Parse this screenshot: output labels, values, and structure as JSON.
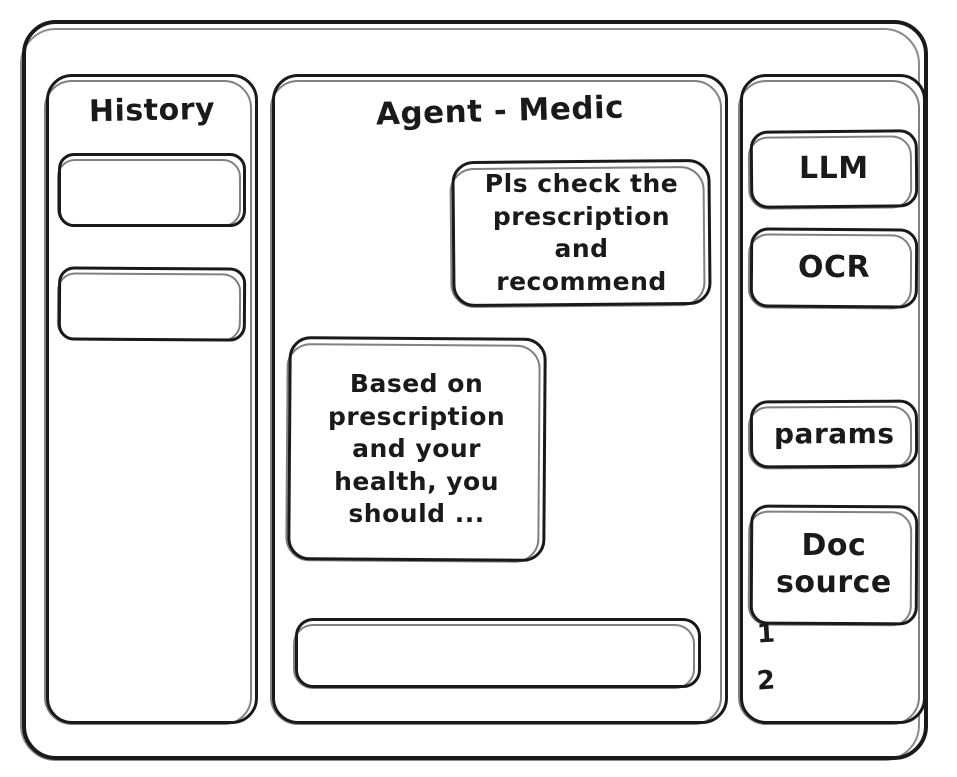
{
  "app": {
    "kind": "hand-drawn-wireframe",
    "stroke_color": "#1a1a1a",
    "background_color": "#ffffff"
  },
  "history_panel": {
    "title": "History",
    "items": [
      {
        "label": ""
      },
      {
        "label": ""
      }
    ]
  },
  "chat_panel": {
    "title": "Agent - Medic",
    "messages": [
      {
        "role": "user",
        "text": "Pls check the\nprescription\nand recommend"
      },
      {
        "role": "agent",
        "text": "Based on\nprescription\nand your\nhealth, you\nshould ..."
      }
    ],
    "composer": {
      "value": "",
      "placeholder": ""
    }
  },
  "tools_panel": {
    "buttons": [
      {
        "label": "LLM"
      },
      {
        "label": "OCR"
      },
      {
        "label": "params"
      },
      {
        "label": "Doc\nsource"
      }
    ],
    "doc_sources": [
      {
        "index": "1"
      },
      {
        "index": "2"
      }
    ]
  }
}
